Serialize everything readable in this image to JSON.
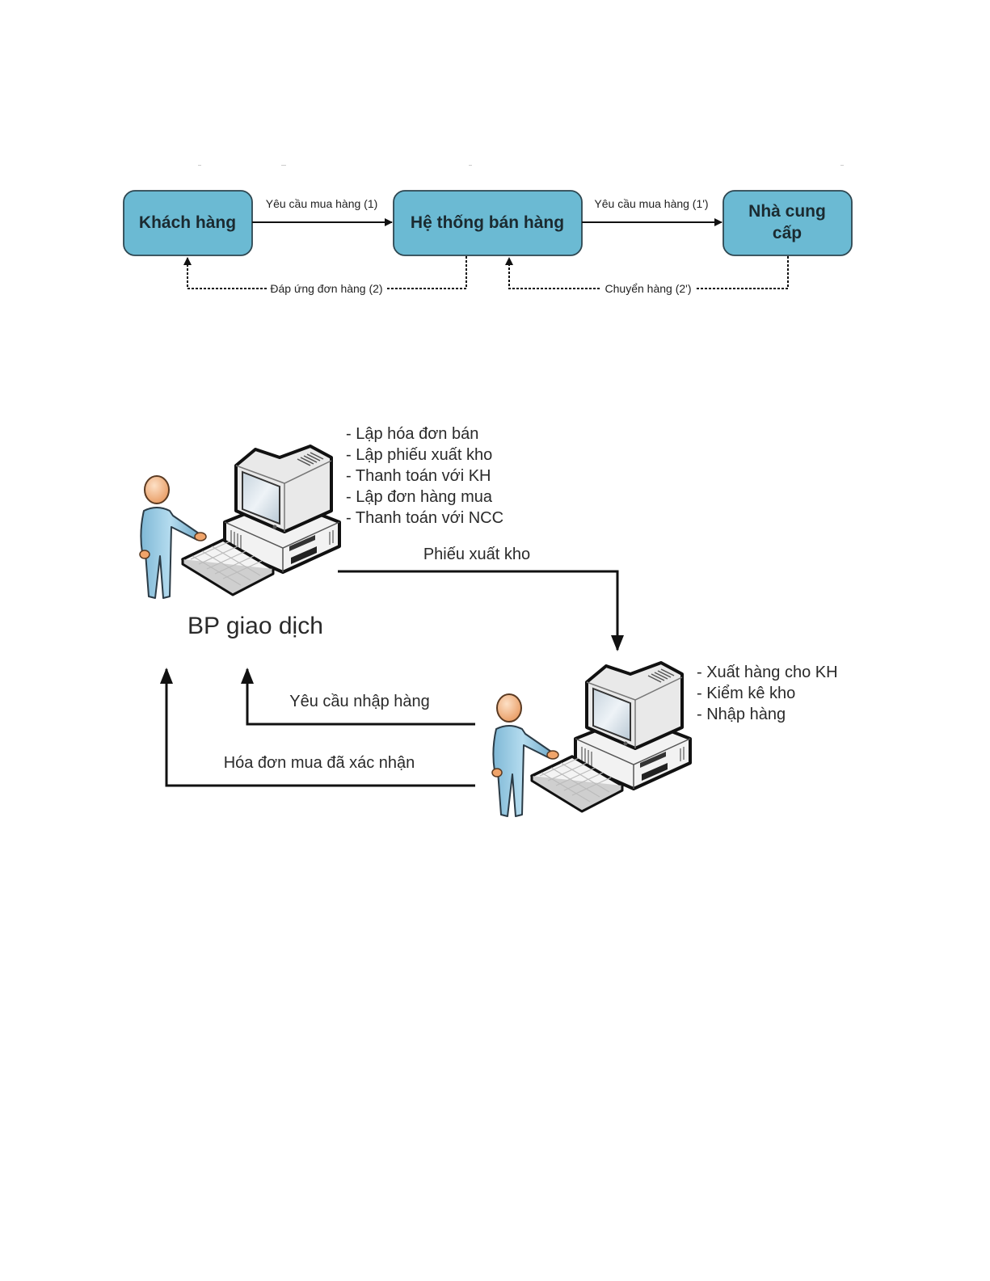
{
  "flow_diagram": {
    "nodes": [
      {
        "id": "khach-hang",
        "label_lines": [
          "Khách hàng"
        ]
      },
      {
        "id": "he-thong",
        "label_lines": [
          "Hệ thống bán hàng"
        ]
      },
      {
        "id": "nha-cung-cap",
        "label_lines": [
          "Nhà cung",
          "cấp"
        ]
      }
    ],
    "edges": [
      {
        "from": "khach-hang",
        "to": "he-thong",
        "style": "solid",
        "label": "Yêu cầu mua hàng (1)"
      },
      {
        "from": "he-thong",
        "to": "nha-cung-cap",
        "style": "solid",
        "label": "Yêu cầu mua hàng (1')"
      },
      {
        "from": "he-thong",
        "to": "khach-hang",
        "style": "dashed",
        "label": "Đáp ứng đơn hàng (2)"
      },
      {
        "from": "nha-cung-cap",
        "to": "he-thong",
        "style": "dashed",
        "label": "Chuyển hàng (2')"
      }
    ],
    "node_color": "#6bbad3",
    "node_border": "#2d4650"
  },
  "process_diagram": {
    "transaction_dept": {
      "title": "BP giao dịch",
      "tasks": [
        "- Lập hóa đơn bán",
        "- Lập phiếu xuất kho",
        "- Thanh toán với KH",
        "- Lập đơn hàng mua",
        "- Thanh toán với NCC"
      ]
    },
    "warehouse_dept": {
      "tasks": [
        "- Xuất hàng cho KH",
        "- Kiểm kê kho",
        "- Nhập hàng"
      ]
    },
    "arrows": [
      {
        "label": "Phiếu xuất kho",
        "from": "transaction_dept",
        "to": "warehouse_dept"
      },
      {
        "label": "Yêu cầu nhập hàng",
        "from": "warehouse_dept",
        "to": "transaction_dept"
      },
      {
        "label": "Hóa đơn mua đã xác nhận",
        "from": "warehouse_dept",
        "to": "transaction_dept"
      }
    ],
    "person_color": "#8cc4e0",
    "skin_color": "#f0a46a"
  }
}
